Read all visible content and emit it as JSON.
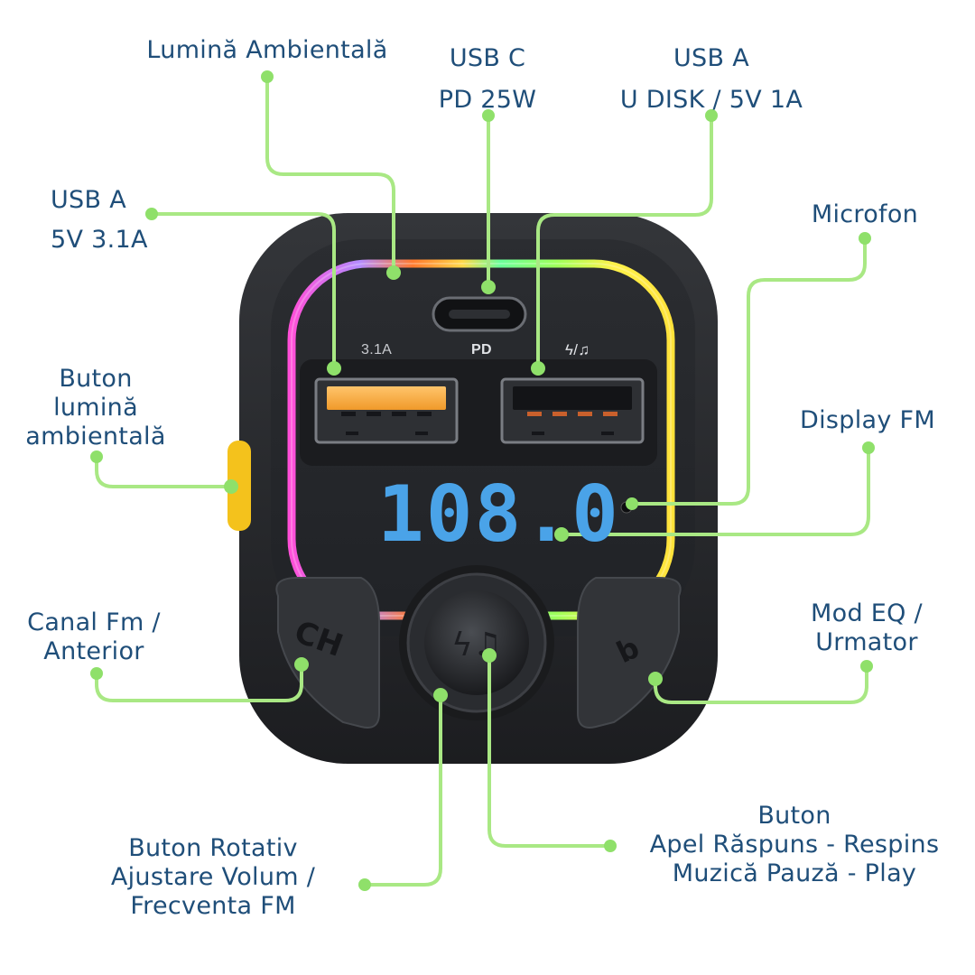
{
  "labels": {
    "ambient_light": "Lumină Ambientală",
    "usb_c": [
      "USB C",
      "PD 25W"
    ],
    "usb_a_disk": [
      "USB A",
      "U DISK / 5V 1A"
    ],
    "usb_a_31": [
      "USB A",
      "5V 3.1A"
    ],
    "microphone": "Microfon",
    "ambient_button": [
      "Buton",
      "lumină",
      "ambientală"
    ],
    "display_fm": "Display FM",
    "channel": [
      "Canal Fm /",
      "Anterior"
    ],
    "eq_mode": [
      "Mod EQ /",
      "Urmator"
    ],
    "rotary": [
      "Buton Rotativ",
      "Ajustare Volum /",
      "Frecventa FM"
    ],
    "call_button": [
      "Buton",
      "Apel Răspuns - Respins",
      "Muzică Pauză - Play"
    ]
  },
  "device": {
    "port_labels": {
      "left": "3.1A",
      "center": "PD",
      "right": "ϟ/♫"
    },
    "display_value": "108.0",
    "button_left": "CH",
    "button_right": "b"
  },
  "colors": {
    "label_text": "#1f4e79",
    "leader_line": "#8fe06a",
    "display_digits": "#4aa3e8",
    "device_body": "#2a2b2e"
  }
}
